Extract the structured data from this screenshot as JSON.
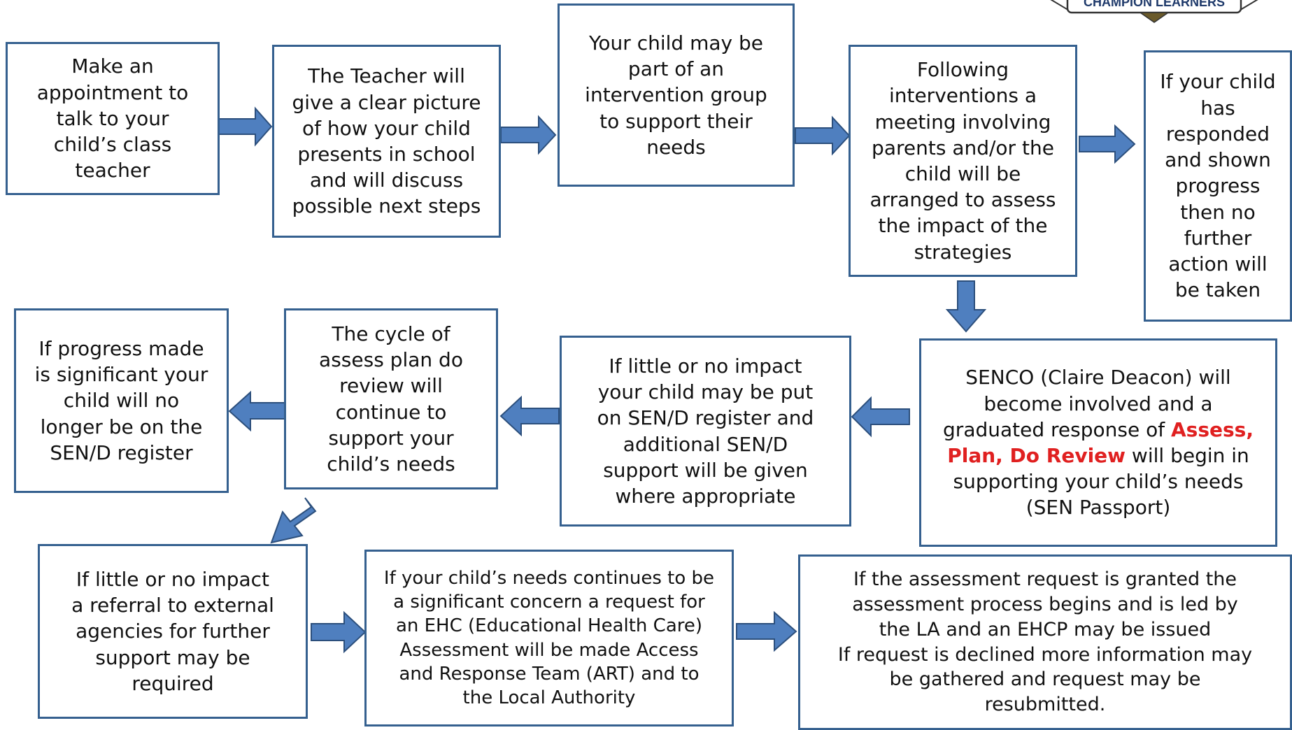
{
  "logo": {
    "text": "CHAMPION LEARNERS"
  },
  "boxes": {
    "b1": "Make an\nappointment to\ntalk  to your\nchild’s class\nteacher",
    "b2": "The Teacher will\ngive a clear picture\nof how your child\npresents in school\nand will discuss\npossible next steps",
    "b3": "Your child may be\npart of an\nintervention group\nto support their\nneeds",
    "b4": "Following\ninterventions a\nmeeting involving\nparents and/or the\nchild will be\narranged to assess\nthe impact of the\nstrategies",
    "b5": "If your child\nhas\nresponded\nand shown\nprogress\nthen no\nfurther\naction will\nbe taken",
    "b6": {
      "pre": "SENCO (Claire Deacon) will\nbecome involved and a\ngraduated response of ",
      "highlight": "Assess,\nPlan, Do Review",
      "post": " will begin in\nsupporting your child’s needs\n(SEN Passport)"
    },
    "b7": "If little or no impact\nyour child may be put\non SEN/D register and\nadditional SEN/D\nsupport will be given\nwhere appropriate",
    "b8": "The cycle of\nassess plan do\nreview will\ncontinue to\nsupport your\nchild’s needs",
    "b9": "If progress made\nis significant your\nchild will no\nlonger be on the\nSEN/D register",
    "b10": "If little or no impact\na referral to external\nagencies for further\nsupport may be\nrequired",
    "b11": "If your child’s needs continues to be\na significant concern a request for\nan EHC (Educational Health Care)\nAssessment  will be made Access\nand Response Team (ART) and to\nthe Local Authority",
    "b12": "If the assessment request is granted the\nassessment process begins and is led by\nthe LA and an EHCP may be issued\nIf request is declined more information may\nbe gathered and request may be\nresubmitted."
  },
  "colors": {
    "border": "#35608f",
    "arrow_fill": "#4f7fbf",
    "arrow_stroke": "#2c4f7c",
    "highlight": "#e02020"
  }
}
